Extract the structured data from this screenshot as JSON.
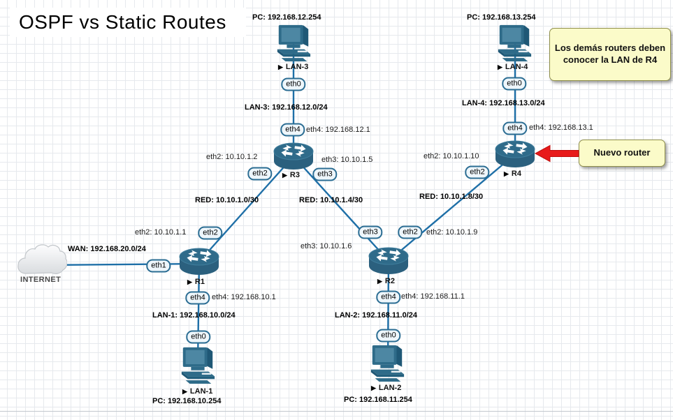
{
  "title": "OSPF vs Static Routes",
  "marker": "▶",
  "notes": {
    "note1": "Los demás routers deben conocer la LAN de R4",
    "note2": "Nuevo router"
  },
  "node_labels": {
    "lan3": "LAN-3",
    "lan4": "LAN-4",
    "r1": "R1",
    "r2": "R2",
    "r3": "R3",
    "r4": "R4",
    "lan1": "LAN-1",
    "lan2": "LAN-2",
    "internet": "INTERNET"
  },
  "pc_labels": {
    "pc3": "PC: 192.168.12.254",
    "pc4": "PC: 192.168.13.254",
    "pc1": "PC: 192.168.10.254",
    "pc2": "PC: 192.168.11.254"
  },
  "network_labels": {
    "lan3": "LAN-3: 192.168.12.0/24",
    "lan4": "LAN-4: 192.168.13.0/24",
    "red1": "RED: 10.10.1.0/30",
    "red2": "RED: 10.10.1.4/30",
    "red3": "RED: 10.10.1.8/30",
    "wan": "WAN: 192.168.20.0/24",
    "lan1": "LAN-1: 192.168.10.0/24",
    "lan2": "LAN-2: 192.168.11.0/24"
  },
  "ip_labels": {
    "r3_eth4": "eth4: 192.168.12.1",
    "r4_eth4": "eth4: 192.168.13.1",
    "r3_eth2": "eth2: 10.10.1.2",
    "r3_eth3": "eth3: 10.10.1.5",
    "r4_eth2": "eth2: 10.10.1.10",
    "r1_eth2": "eth2: 10.10.1.1",
    "r2_eth2": "eth2: 10.10.1.9",
    "r2_eth3": "eth3: 10.10.1.6",
    "r1_eth4": "eth4: 192.168.10.1",
    "r2_eth4": "eth4: 192.168.11.1"
  },
  "interface_badges": {
    "lan3_eth0": "eth0",
    "r3_eth4": "eth4",
    "r3_eth2": "eth2",
    "r3_eth3": "eth3",
    "lan4_eth0": "eth0",
    "r4_eth4": "eth4",
    "r4_eth2": "eth2",
    "r1_eth2": "eth2",
    "r1_eth1": "eth1",
    "r1_eth4": "eth4",
    "lan1_eth0": "eth0",
    "r2_eth3": "eth3",
    "r2_eth2": "eth2",
    "r2_eth4": "eth4",
    "lan2_eth0": "eth0"
  },
  "colors": {
    "link": "#1e6fa7",
    "device": "#2e6b89",
    "note_bg": "#fbfbc9",
    "note_border": "#8e8e4a",
    "arrow_red": "#e81a1a"
  }
}
